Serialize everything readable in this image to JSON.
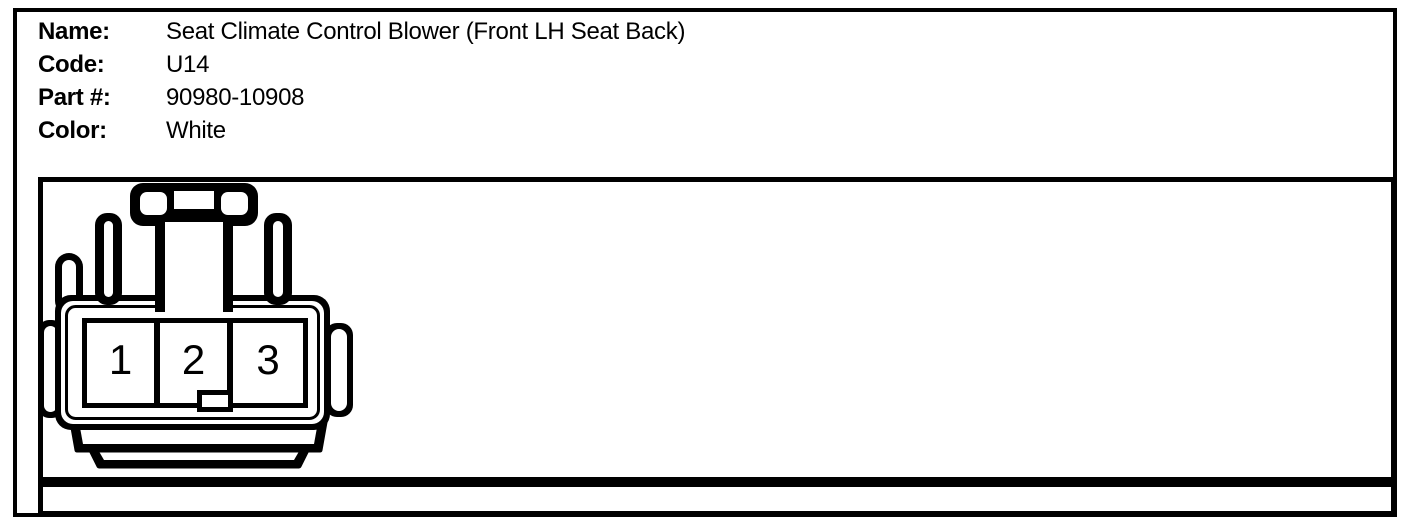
{
  "header": {
    "fields": [
      {
        "label": "Name:",
        "value": "Seat Climate Control Blower (Front LH Seat Back)"
      },
      {
        "label": "Code:",
        "value": "U14"
      },
      {
        "label": "Part #:",
        "value": "90980-10908"
      },
      {
        "label": "Color:",
        "value": "White"
      }
    ]
  },
  "connector": {
    "pins": [
      "1",
      "2",
      "3"
    ]
  },
  "colors": {
    "ink": "#000000",
    "paper": "#ffffff"
  }
}
